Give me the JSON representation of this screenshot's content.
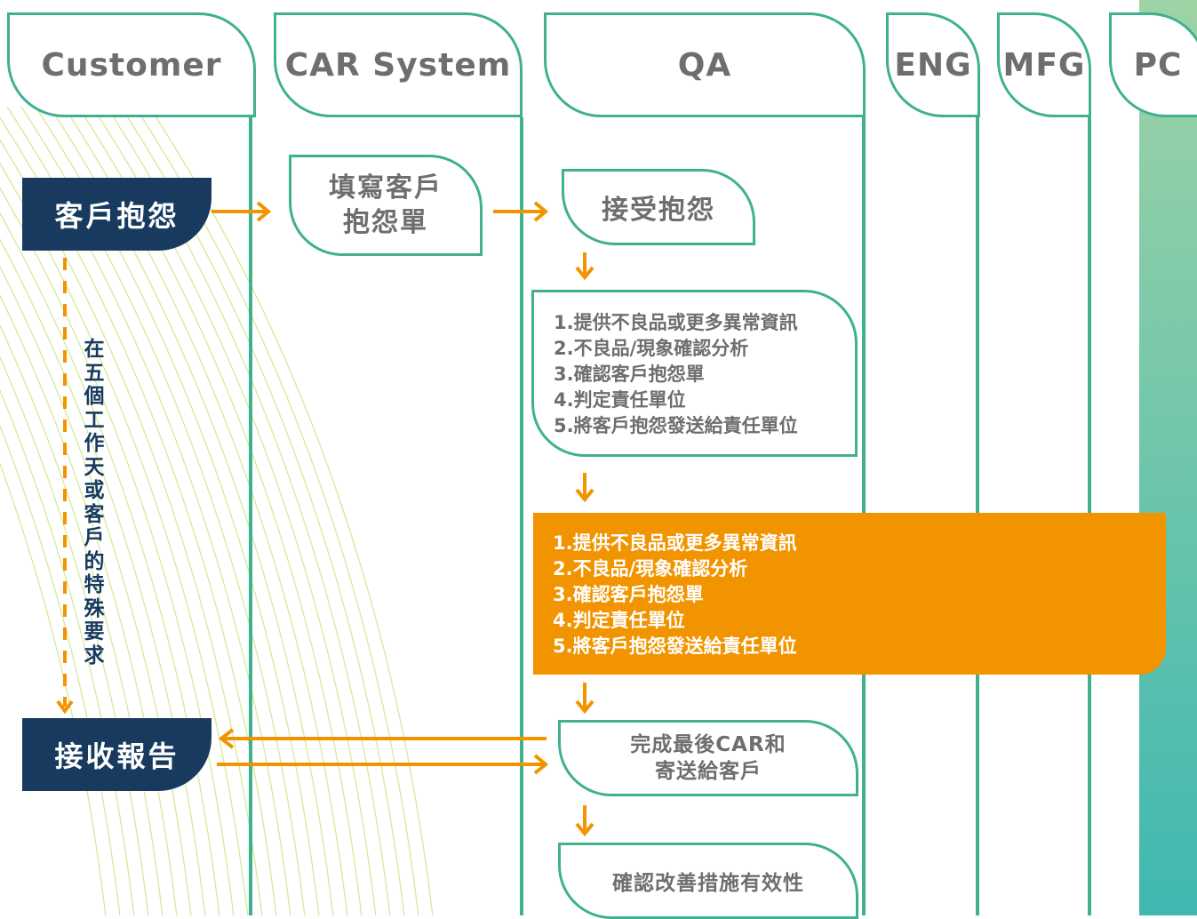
{
  "colors": {
    "lane_green": "#3fb18e",
    "navy": "#173a5e",
    "orange": "#f29400",
    "text_gray": "#6d6e70"
  },
  "lanes": [
    {
      "label": "Customer"
    },
    {
      "label": "CAR System"
    },
    {
      "label": "QA"
    },
    {
      "label": "ENG"
    },
    {
      "label": "MFG"
    },
    {
      "label": "PC"
    }
  ],
  "customer": {
    "complaint": "客戶抱怨",
    "receive_report": "接收報告",
    "deadline_note": "在五個工作天或客戶的特殊要求"
  },
  "car_system": {
    "fill_form_line1": "填寫客戶",
    "fill_form_line2": "抱怨單"
  },
  "qa": {
    "accept": "接受抱怨",
    "steps_box": [
      "1.提供不良品或更多異常資訊",
      "2.不良品/現象確認分析",
      "3.確認客戶抱怨單",
      "4.判定責任單位",
      "5.將客戶抱怨發送給責任單位"
    ],
    "steps_highlight": [
      "1.提供不良品或更多異常資訊",
      "2.不良品/現象確認分析",
      "3.確認客戶抱怨單",
      "4.判定責任單位",
      "5.將客戶抱怨發送給責任單位"
    ],
    "final_car_line1": "完成最後CAR和",
    "final_car_line2": "寄送給客戶",
    "verify": "確認改善措施有效性"
  }
}
